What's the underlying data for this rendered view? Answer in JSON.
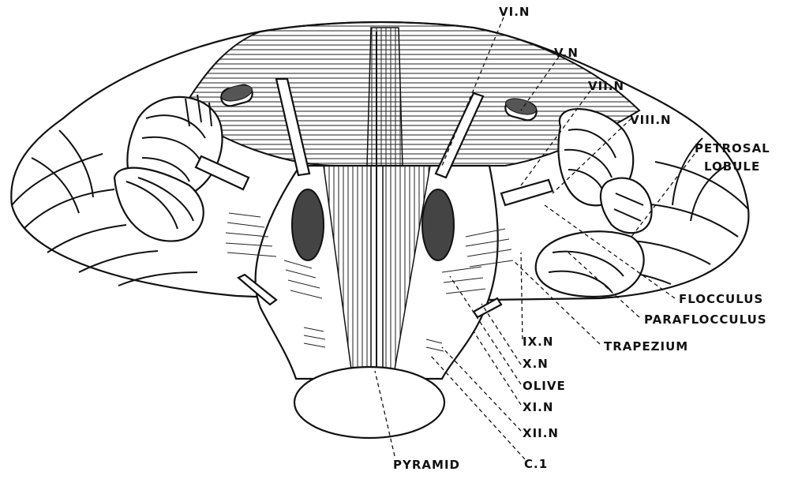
{
  "figure": {
    "labels": {
      "vi_n": "VI.N",
      "v_n": "V.N",
      "vii_n": "VII.N",
      "viii_n": "VIII.N",
      "petrosal_lobule_1": "PETROSAL",
      "petrosal_lobule_2": "LOBULE",
      "flocculus": "FLOCCULUS",
      "paraflocculus": "PARAFLOCCULUS",
      "trapezium": "TRAPEZIUM",
      "ix_n": "IX.N",
      "x_n": "X.N",
      "olive": "OLIVE",
      "xi_n": "XI.N",
      "xii_n": "XII.N",
      "c_1": "C.1",
      "pyramid": "PYRAMID"
    }
  }
}
